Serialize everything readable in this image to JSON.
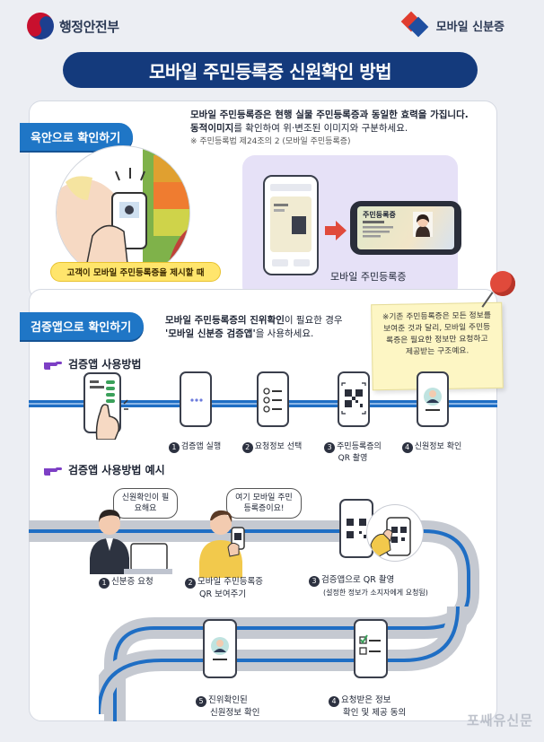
{
  "header": {
    "ministry": "행정안전부",
    "service": "모바일 신분증"
  },
  "title": "모바일 주민등록증 신원확인 방법",
  "section1": {
    "tab": "육안으로 확인하기",
    "line1": "모바일 주민등록증은 현행 실물 주민등록증과 동일한 효력을 가집니다.",
    "line2_bold": "동적이미지",
    "line2_rest": "를 확인하여 위·변조된 이미지와 구분하세요.",
    "note": "※ 주민등록법 제24조의 2 (모바일 주민등록증)",
    "caption": "고객이 모바일 주민등록증을 제시할 때",
    "mobile_id_label": "모바일 주민등록증",
    "card_title": "주민등록증"
  },
  "section2": {
    "tab": "검증앱으로 확인하기",
    "desc_a_bold": "모바일 주민등록증의 진위확인",
    "desc_a_rest": "이 필요한 경우",
    "desc_b_bold": "'모바일 신분증 검증앱'",
    "desc_b_rest": "을 사용하세요.",
    "sticky": "※기존 주민등록증은 모든 정보를 보여준 것과 달리, 모바일 주민등록증은 필요한 정보만 요청하고 제공받는 구조예요.",
    "usage_heading": "검증앱 사용방법",
    "steps": [
      {
        "num": "1",
        "label": "검증앱 실행"
      },
      {
        "num": "2",
        "label": "요청정보 선택"
      },
      {
        "num": "3",
        "label": "주민등록증의",
        "label2": "QR 촬영"
      },
      {
        "num": "4",
        "label": "신원정보 확인"
      }
    ],
    "example_heading": "검증앱 사용방법 예시",
    "bubble1": "신원확인이 필요해요",
    "bubble2": "여기 모바일 주민등록증이요!",
    "examples": [
      {
        "num": "1",
        "label": "신분증 요청"
      },
      {
        "num": "2",
        "label": "모바일 주민등록증",
        "label2": "QR 보여주기"
      },
      {
        "num": "3",
        "label": "검증앱으로 QR 촬영",
        "label2": "(설정한 정보가 소지자에게 요청됨)"
      },
      {
        "num": "4",
        "label": "요청받은 정보",
        "label2": "확인 및 제공 동의"
      },
      {
        "num": "5",
        "label": "진위확인된",
        "label2": "신원정보 확인"
      }
    ]
  },
  "watermark": "포쌔유신문",
  "colors": {
    "navy": "#143a7c",
    "blue": "#1f76c6",
    "road": "#1f6ec4",
    "yellow": "#ffe56c",
    "red": "#e04a3b"
  }
}
